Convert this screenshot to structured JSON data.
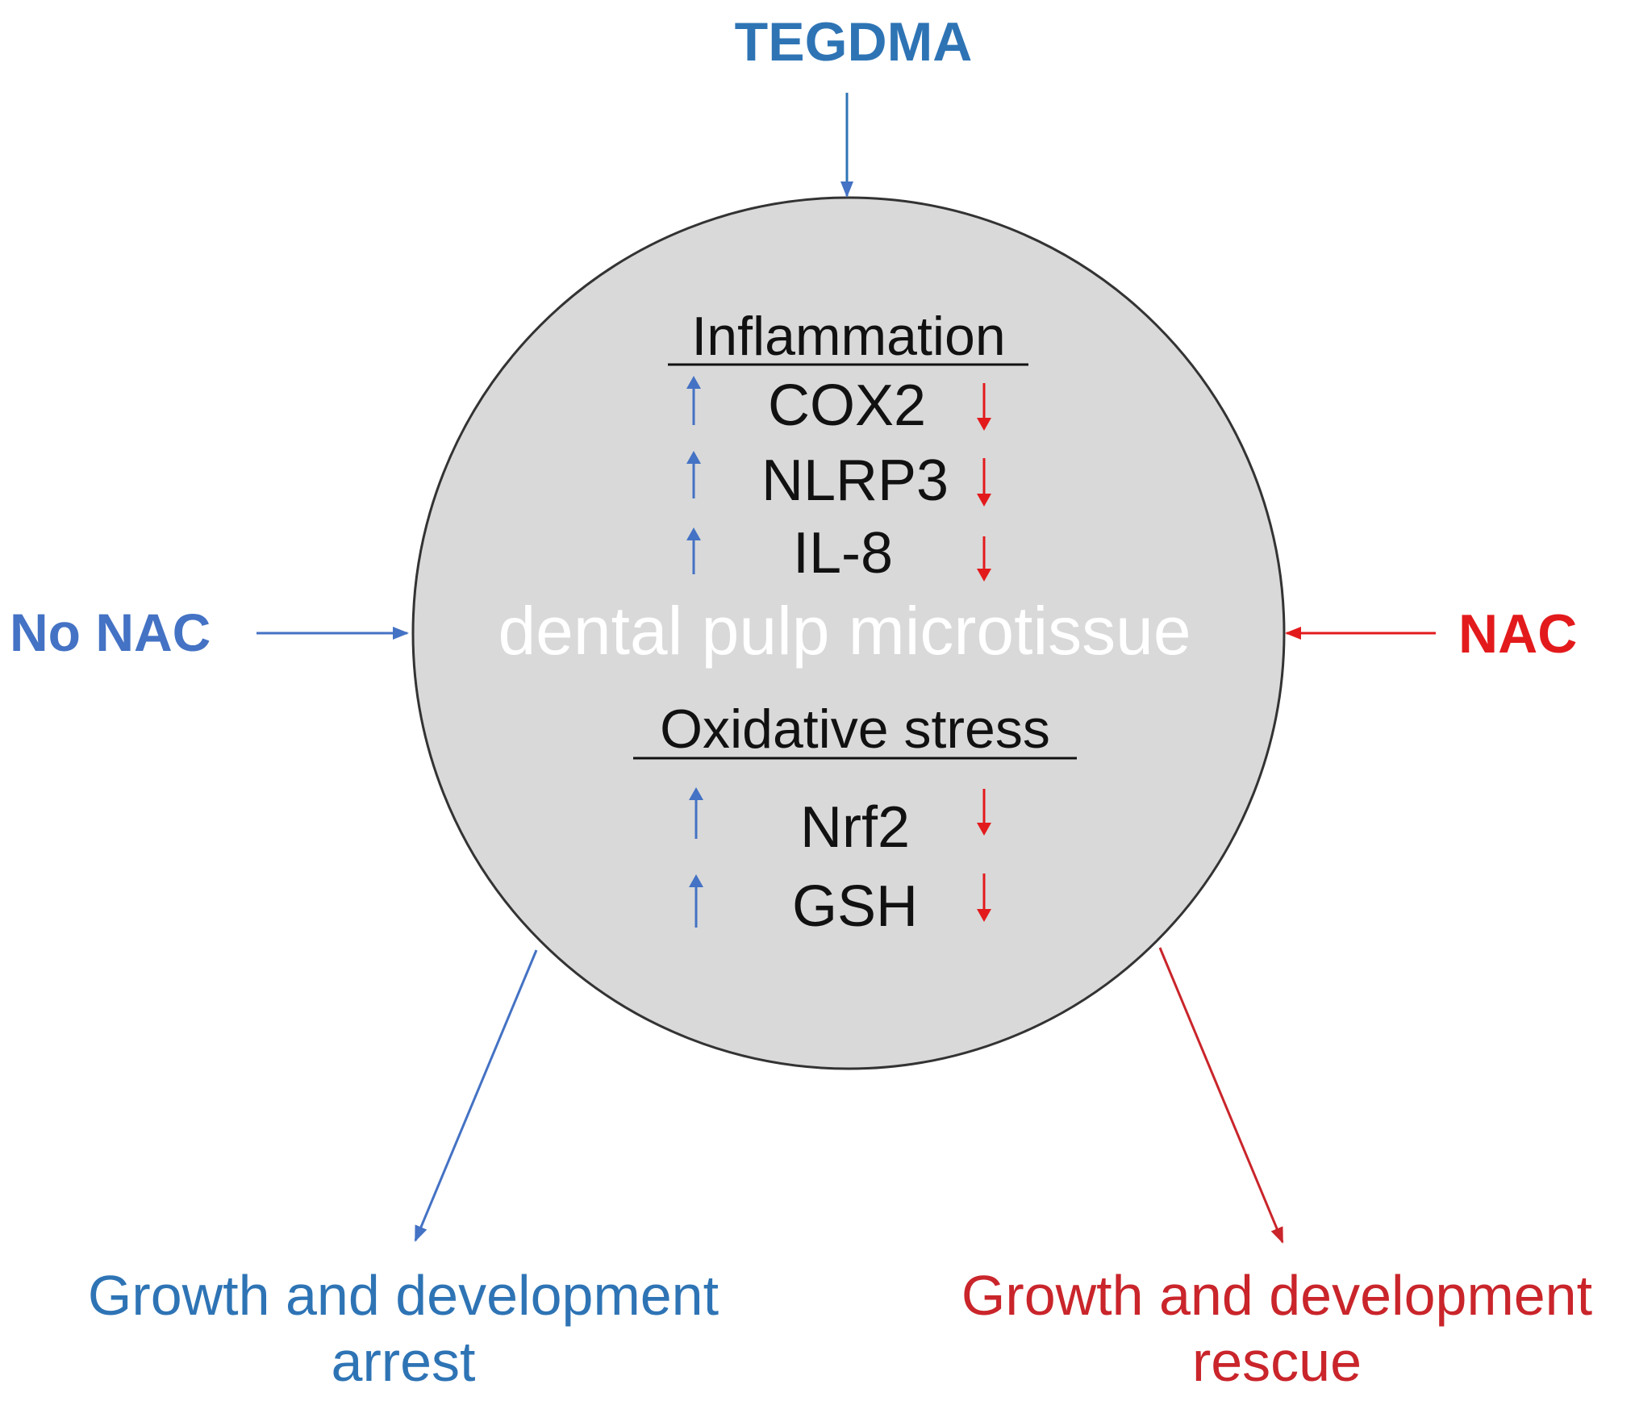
{
  "diagram": {
    "top_input": "TEGDMA",
    "left_input": "No NAC",
    "right_input": "NAC",
    "tissue_label": "dental pulp microtissue",
    "inflammation": {
      "heading": "Inflammation",
      "markers": [
        "COX2",
        "NLRP3",
        "IL-8"
      ]
    },
    "oxidative_stress": {
      "heading": "Oxidative stress",
      "markers": [
        "Nrf2",
        "GSH"
      ]
    },
    "outcome_left": {
      "line1": "Growth and development",
      "line2": "arrest"
    },
    "outcome_right": {
      "line1": "Growth and development",
      "line2": "rescue"
    },
    "colors": {
      "tegdma_blue": "#2e74b5",
      "no_nac_blue": "#4472c4",
      "nac_red": "#e31a1c",
      "outcome_red": "#c9252b",
      "tissue_fill": "#d9d9d9",
      "up_arrow": "#4472c4",
      "down_arrow": "#e31a1c"
    },
    "icons": {
      "upregulated": "up-arrow-icon",
      "downregulated": "down-arrow-icon"
    }
  }
}
